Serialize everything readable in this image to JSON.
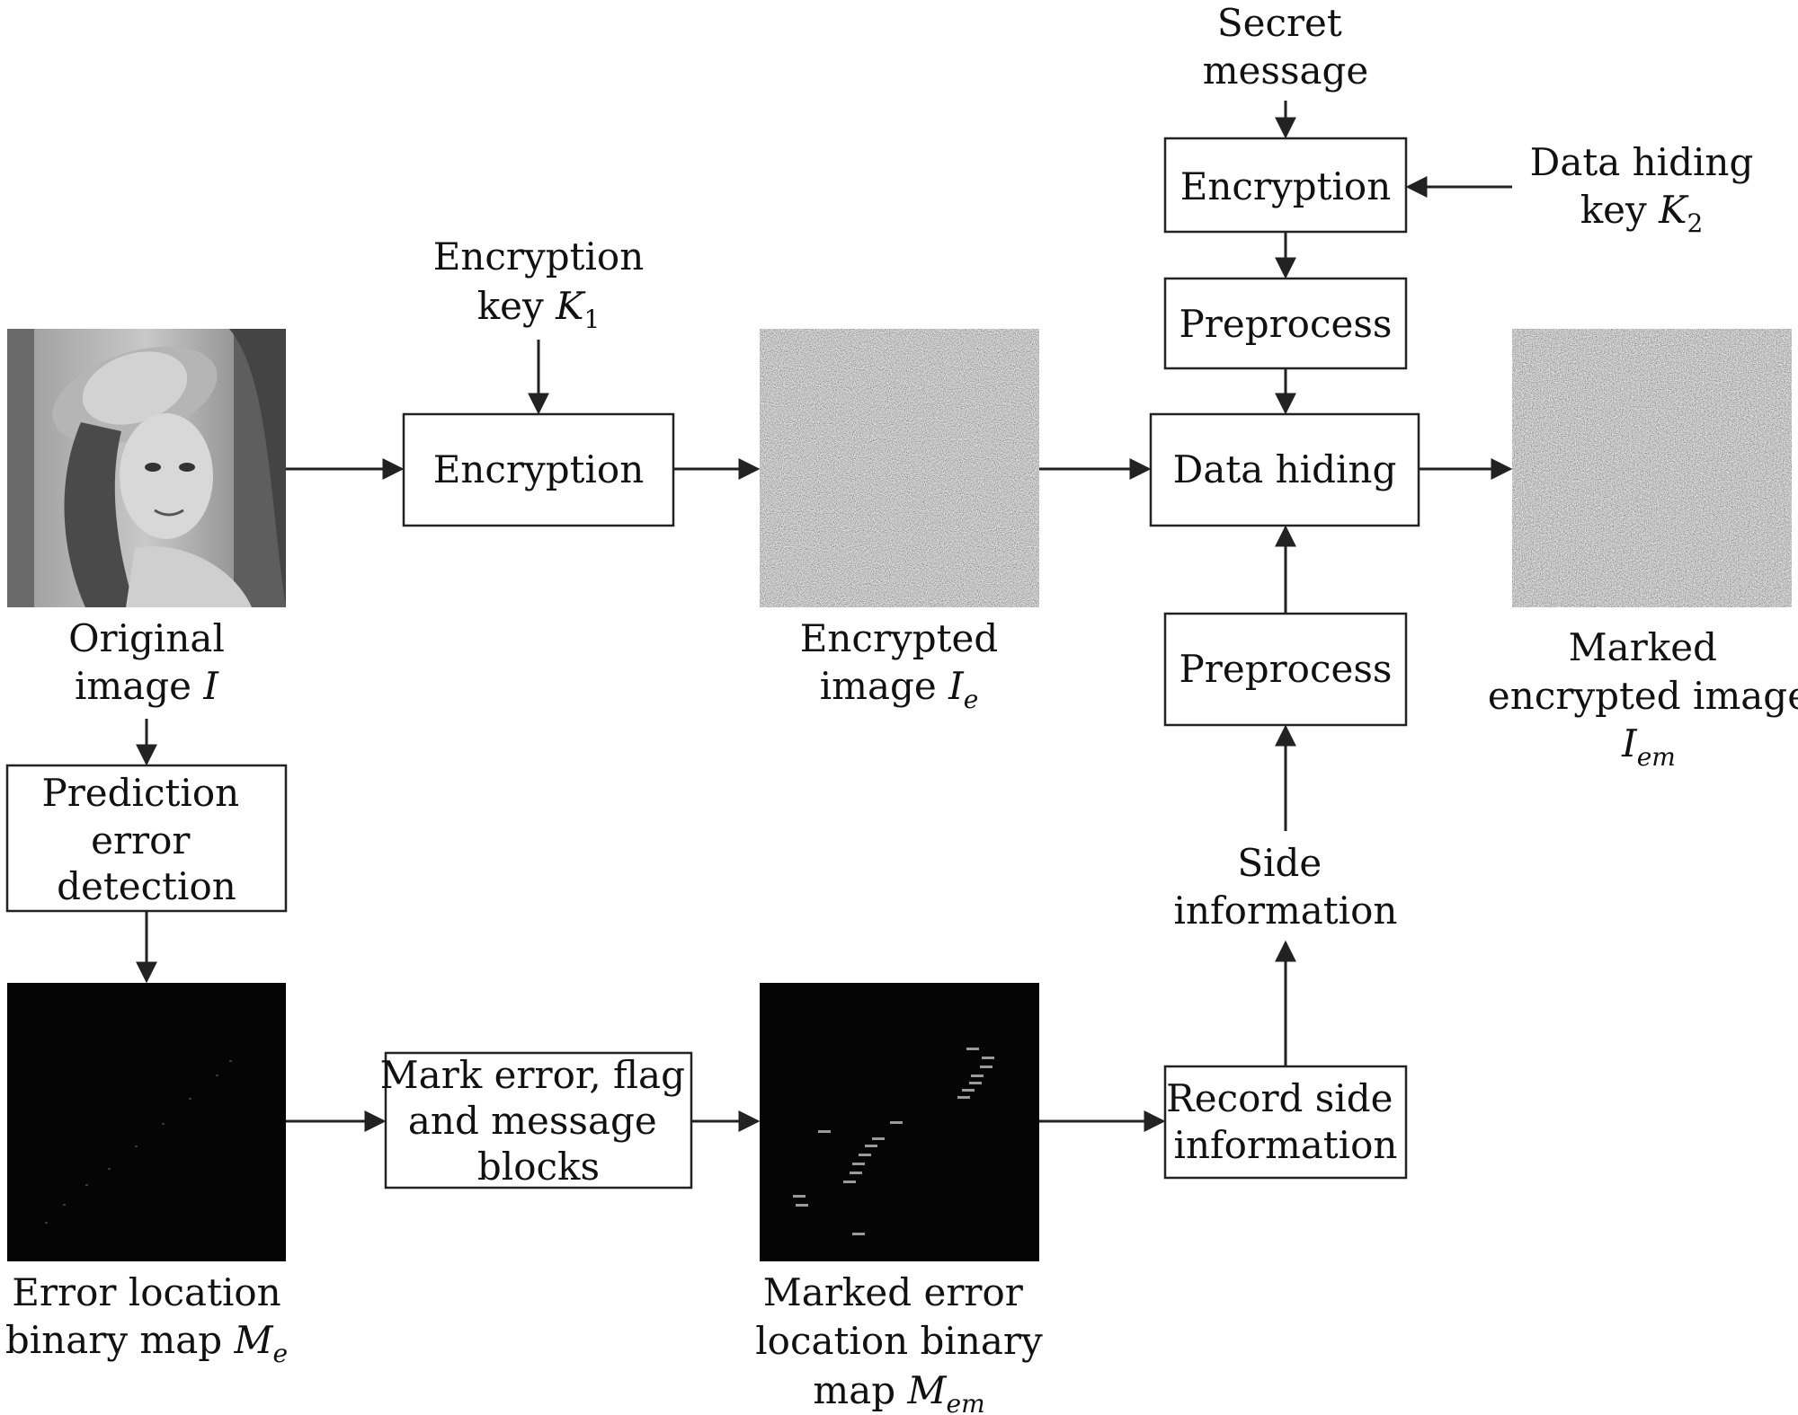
{
  "images": {
    "original": {
      "caption": [
        "Original",
        "image "
      ],
      "symbol": "I",
      "subscript": ""
    },
    "encrypted": {
      "caption": [
        "Encrypted",
        "image "
      ],
      "symbol": "I",
      "subscript": "e"
    },
    "marked_encrypted": {
      "caption": [
        "Marked",
        "encrypted image"
      ],
      "symbol": "I",
      "subscript": "em"
    },
    "error_map": {
      "caption": [
        "Error location",
        "binary map "
      ],
      "symbol": "M",
      "subscript": "e"
    },
    "marked_error_map": {
      "caption": [
        "Marked error",
        "location binary",
        "map "
      ],
      "symbol": "M",
      "subscript": "em"
    }
  },
  "boxes": {
    "encryption_main": "Encryption",
    "encryption_msg": "Encryption",
    "preprocess_top": "Preprocess",
    "data_hiding": "Data hiding",
    "preprocess_side": "Preprocess",
    "prediction": [
      "Prediction",
      "error",
      "detection"
    ],
    "mark_blocks": [
      "Mark error, flag",
      "and message",
      "blocks"
    ],
    "record_side": [
      "Record side",
      "information"
    ]
  },
  "inputs": {
    "encryption_key": {
      "line1": "Encryption",
      "line2": "key ",
      "symbol": "K",
      "subscript": "1"
    },
    "secret_message": [
      "Secret",
      "message"
    ],
    "data_hiding_key": {
      "line1": "Data hiding",
      "line2": "key ",
      "symbol": "K",
      "subscript": "2"
    },
    "side_information": [
      "Side",
      "information"
    ]
  }
}
